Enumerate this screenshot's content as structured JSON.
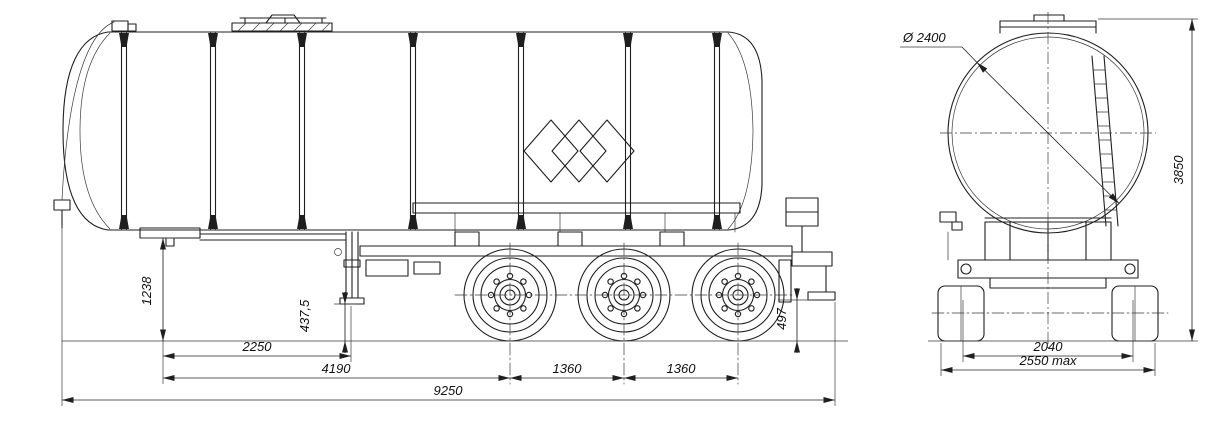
{
  "colors": {
    "background": "#ffffff",
    "line": "#1f1f1f",
    "dimension_text": "#101010"
  },
  "side_view": {
    "dims": {
      "kingpin_height": "1238",
      "front_clearance": "437,5",
      "kingpin_to_gear": "2250",
      "kingpin_to_axle1": "4190",
      "axle_gap_1": "1360",
      "axle_gap_2": "1360",
      "rear_clearance": "497",
      "overall_length": "9250"
    }
  },
  "rear_view": {
    "dims": {
      "tank_diameter": "Ø 2400",
      "overall_height": "3850",
      "axle_track": "2040",
      "overall_width": "2550 max"
    }
  }
}
